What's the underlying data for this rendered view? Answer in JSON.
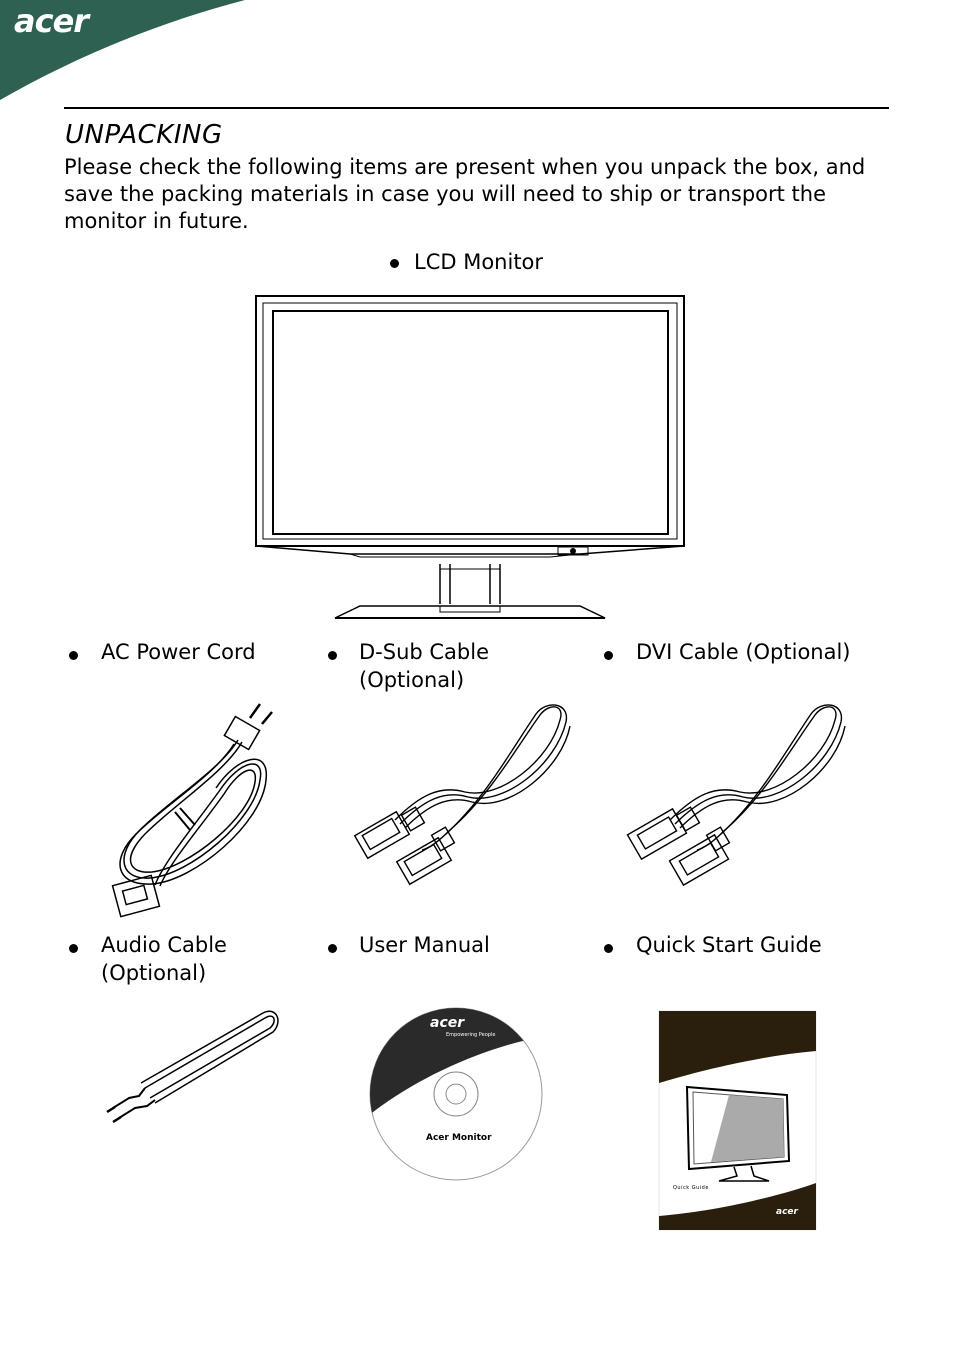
{
  "header": {
    "brand": "acer"
  },
  "section": {
    "title": "UNPACKING",
    "intro": "Please check the following items are present when you unpack the box, and save the packing materials in case you will need to ship or transport the monitor in future."
  },
  "items": {
    "lcd_monitor": "LCD Monitor",
    "ac_power_cord": "AC Power Cord",
    "dsub_cable_line1": "D-Sub Cable",
    "dsub_cable_line2": "(Optional)",
    "dvi_cable": "DVI Cable (Optional)",
    "audio_cable_line1": "Audio Cable",
    "audio_cable_line2": "(Optional)",
    "user_manual": "User Manual",
    "quick_start_guide": "Quick Start Guide"
  },
  "cd": {
    "brand": "acer",
    "tagline": "Empowering People",
    "label": "Acer Monitor"
  },
  "guide": {
    "label": "Quick Guide",
    "brand": "acer"
  },
  "colors": {
    "header_green": "#2f6152",
    "guide_brown": "#2a1f0c"
  },
  "icons": [
    "monitor-illustration",
    "power-cord-illustration",
    "dsub-cable-illustration",
    "dvi-cable-illustration",
    "audio-cable-illustration",
    "cd-illustration",
    "quick-guide-illustration"
  ]
}
